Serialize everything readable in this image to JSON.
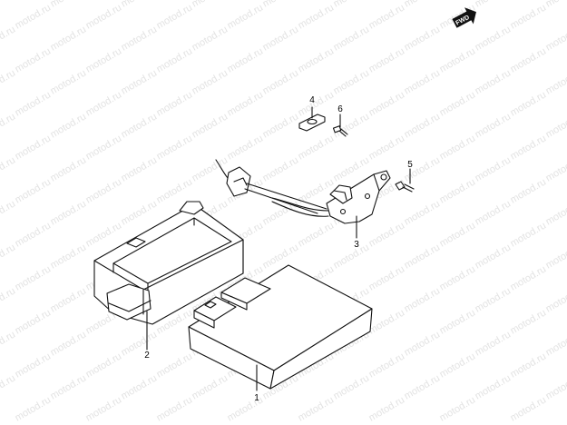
{
  "watermark": {
    "text": "motod.ru"
  },
  "fwd_marker": {
    "label": "FWD",
    "icon": "forward-arrow-icon"
  },
  "callouts": {
    "ecu": "1",
    "ecu_case": "2",
    "bracket": "3",
    "plate": "4",
    "bolt_5": "5",
    "screw_6": "6"
  },
  "colors": {
    "line": "#111111",
    "watermark": "#e3e3e3",
    "background": "#ffffff"
  }
}
